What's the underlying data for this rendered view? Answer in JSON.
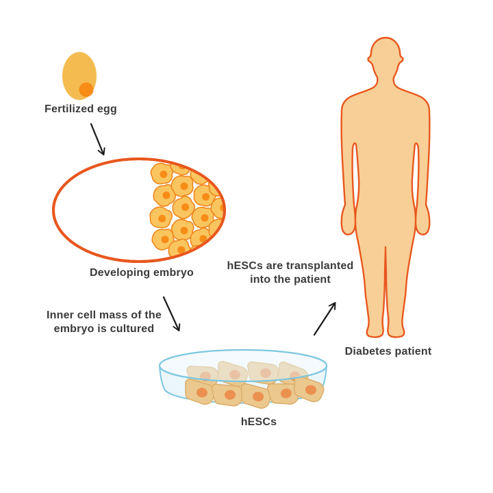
{
  "labels": {
    "fertilized_egg": "Fertilized egg",
    "developing_embryo": "Developing embryo",
    "hescs": "hESCs",
    "diabetes_patient": "Diabetes patient"
  },
  "captions": {
    "culture": {
      "line1": "Inner cell mass of the",
      "line2": "embryo is cultured"
    },
    "transplant": {
      "line1": "hESCs are transplanted",
      "line2": "into the patient"
    }
  },
  "figures": [
    {
      "id": "fertilized-egg",
      "description": "Golden oval egg cell with orange nucleus"
    },
    {
      "id": "developing-embryo",
      "description": "Orange-outlined blastocyst ellipse with inner cell mass of orange cells on the right side"
    },
    {
      "id": "petri-dish",
      "description": "Light blue petri dish containing cultured tan hESC cells with orange nuclei"
    },
    {
      "id": "diabetes-patient",
      "description": "Front-facing human body silhouette, peach fill with orange outline"
    },
    {
      "id": "arrow-egg-to-embryo",
      "description": "black arrow pointing down-right"
    },
    {
      "id": "arrow-embryo-to-dish",
      "description": "black arrow pointing down-right"
    },
    {
      "id": "arrow-dish-to-patient",
      "description": "black arrow pointing up-right"
    }
  ],
  "colors": {
    "outline_orange": "#E8571E",
    "egg_fill": "#F4BB50",
    "nucleus_orange": "#F78C17",
    "embryo_cell_fill": "#FAC55F",
    "embryo_cell_stroke": "#F0861C",
    "body_fill": "#F8CF96",
    "dish_stroke": "#7CC7E0",
    "dish_fill": "#E7F4FA",
    "dish_cell_fill": "#EAC88E",
    "dish_cell_stroke": "#DCAE6A",
    "dish_cell_nucleus": "#EB9050",
    "arrow": "#1C1C1C",
    "text": "#3A3A3A",
    "background": "#FFFFFF"
  }
}
